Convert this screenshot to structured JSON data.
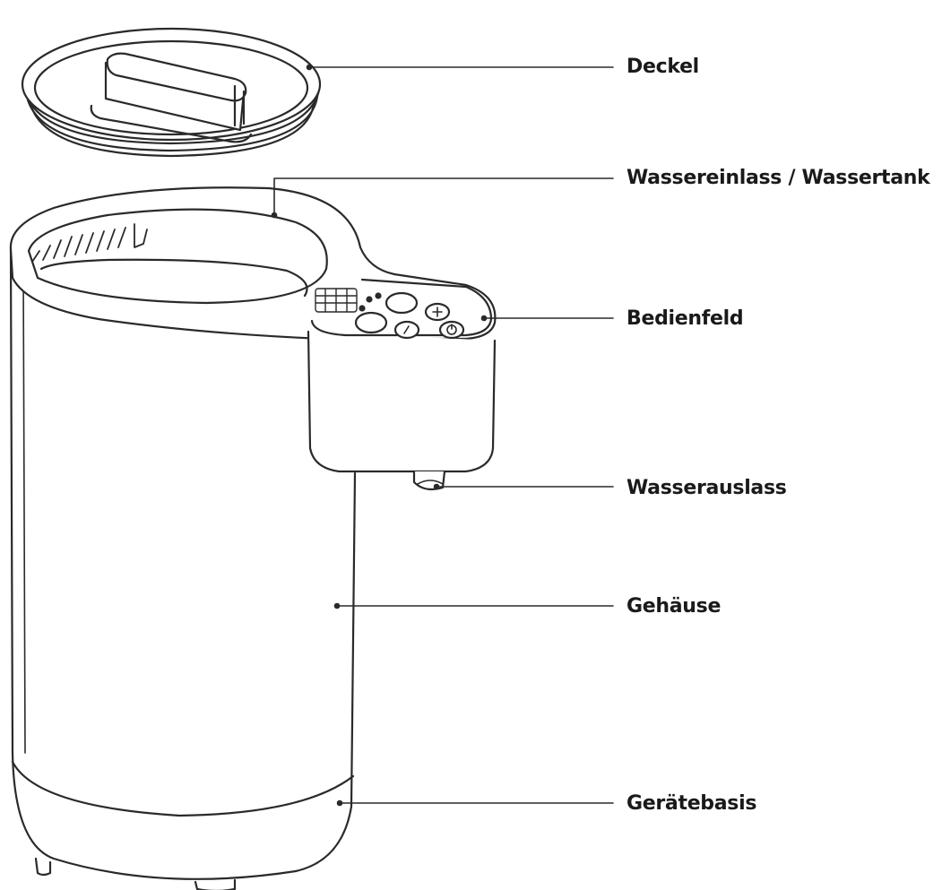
{
  "diagram": {
    "labels": {
      "lid": "Deckel",
      "water_inlet_tank": "Wassereinlass / Wassertank",
      "control_panel": "Bedienfeld",
      "water_outlet": "Wasserauslass",
      "housing": "Gehäuse",
      "base": "Gerätebasis"
    },
    "colors": {
      "line": "#2a2a2a",
      "text": "#1a1a1a",
      "background": "#ffffff"
    },
    "icons": [
      "plus-icon",
      "minus-icon",
      "power-icon"
    ]
  }
}
